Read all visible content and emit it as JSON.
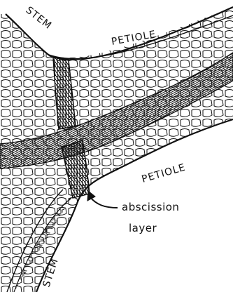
{
  "labels": {
    "stem_top": "STEM",
    "petiole_top": "PETIOLE",
    "petiole_middle": "PETIOLE",
    "abscission_line1": "abscission",
    "abscission_line2": "layer",
    "stem_bottom": "STEM"
  },
  "colors": {
    "ink": "#111111",
    "paper": "#ffffff"
  }
}
